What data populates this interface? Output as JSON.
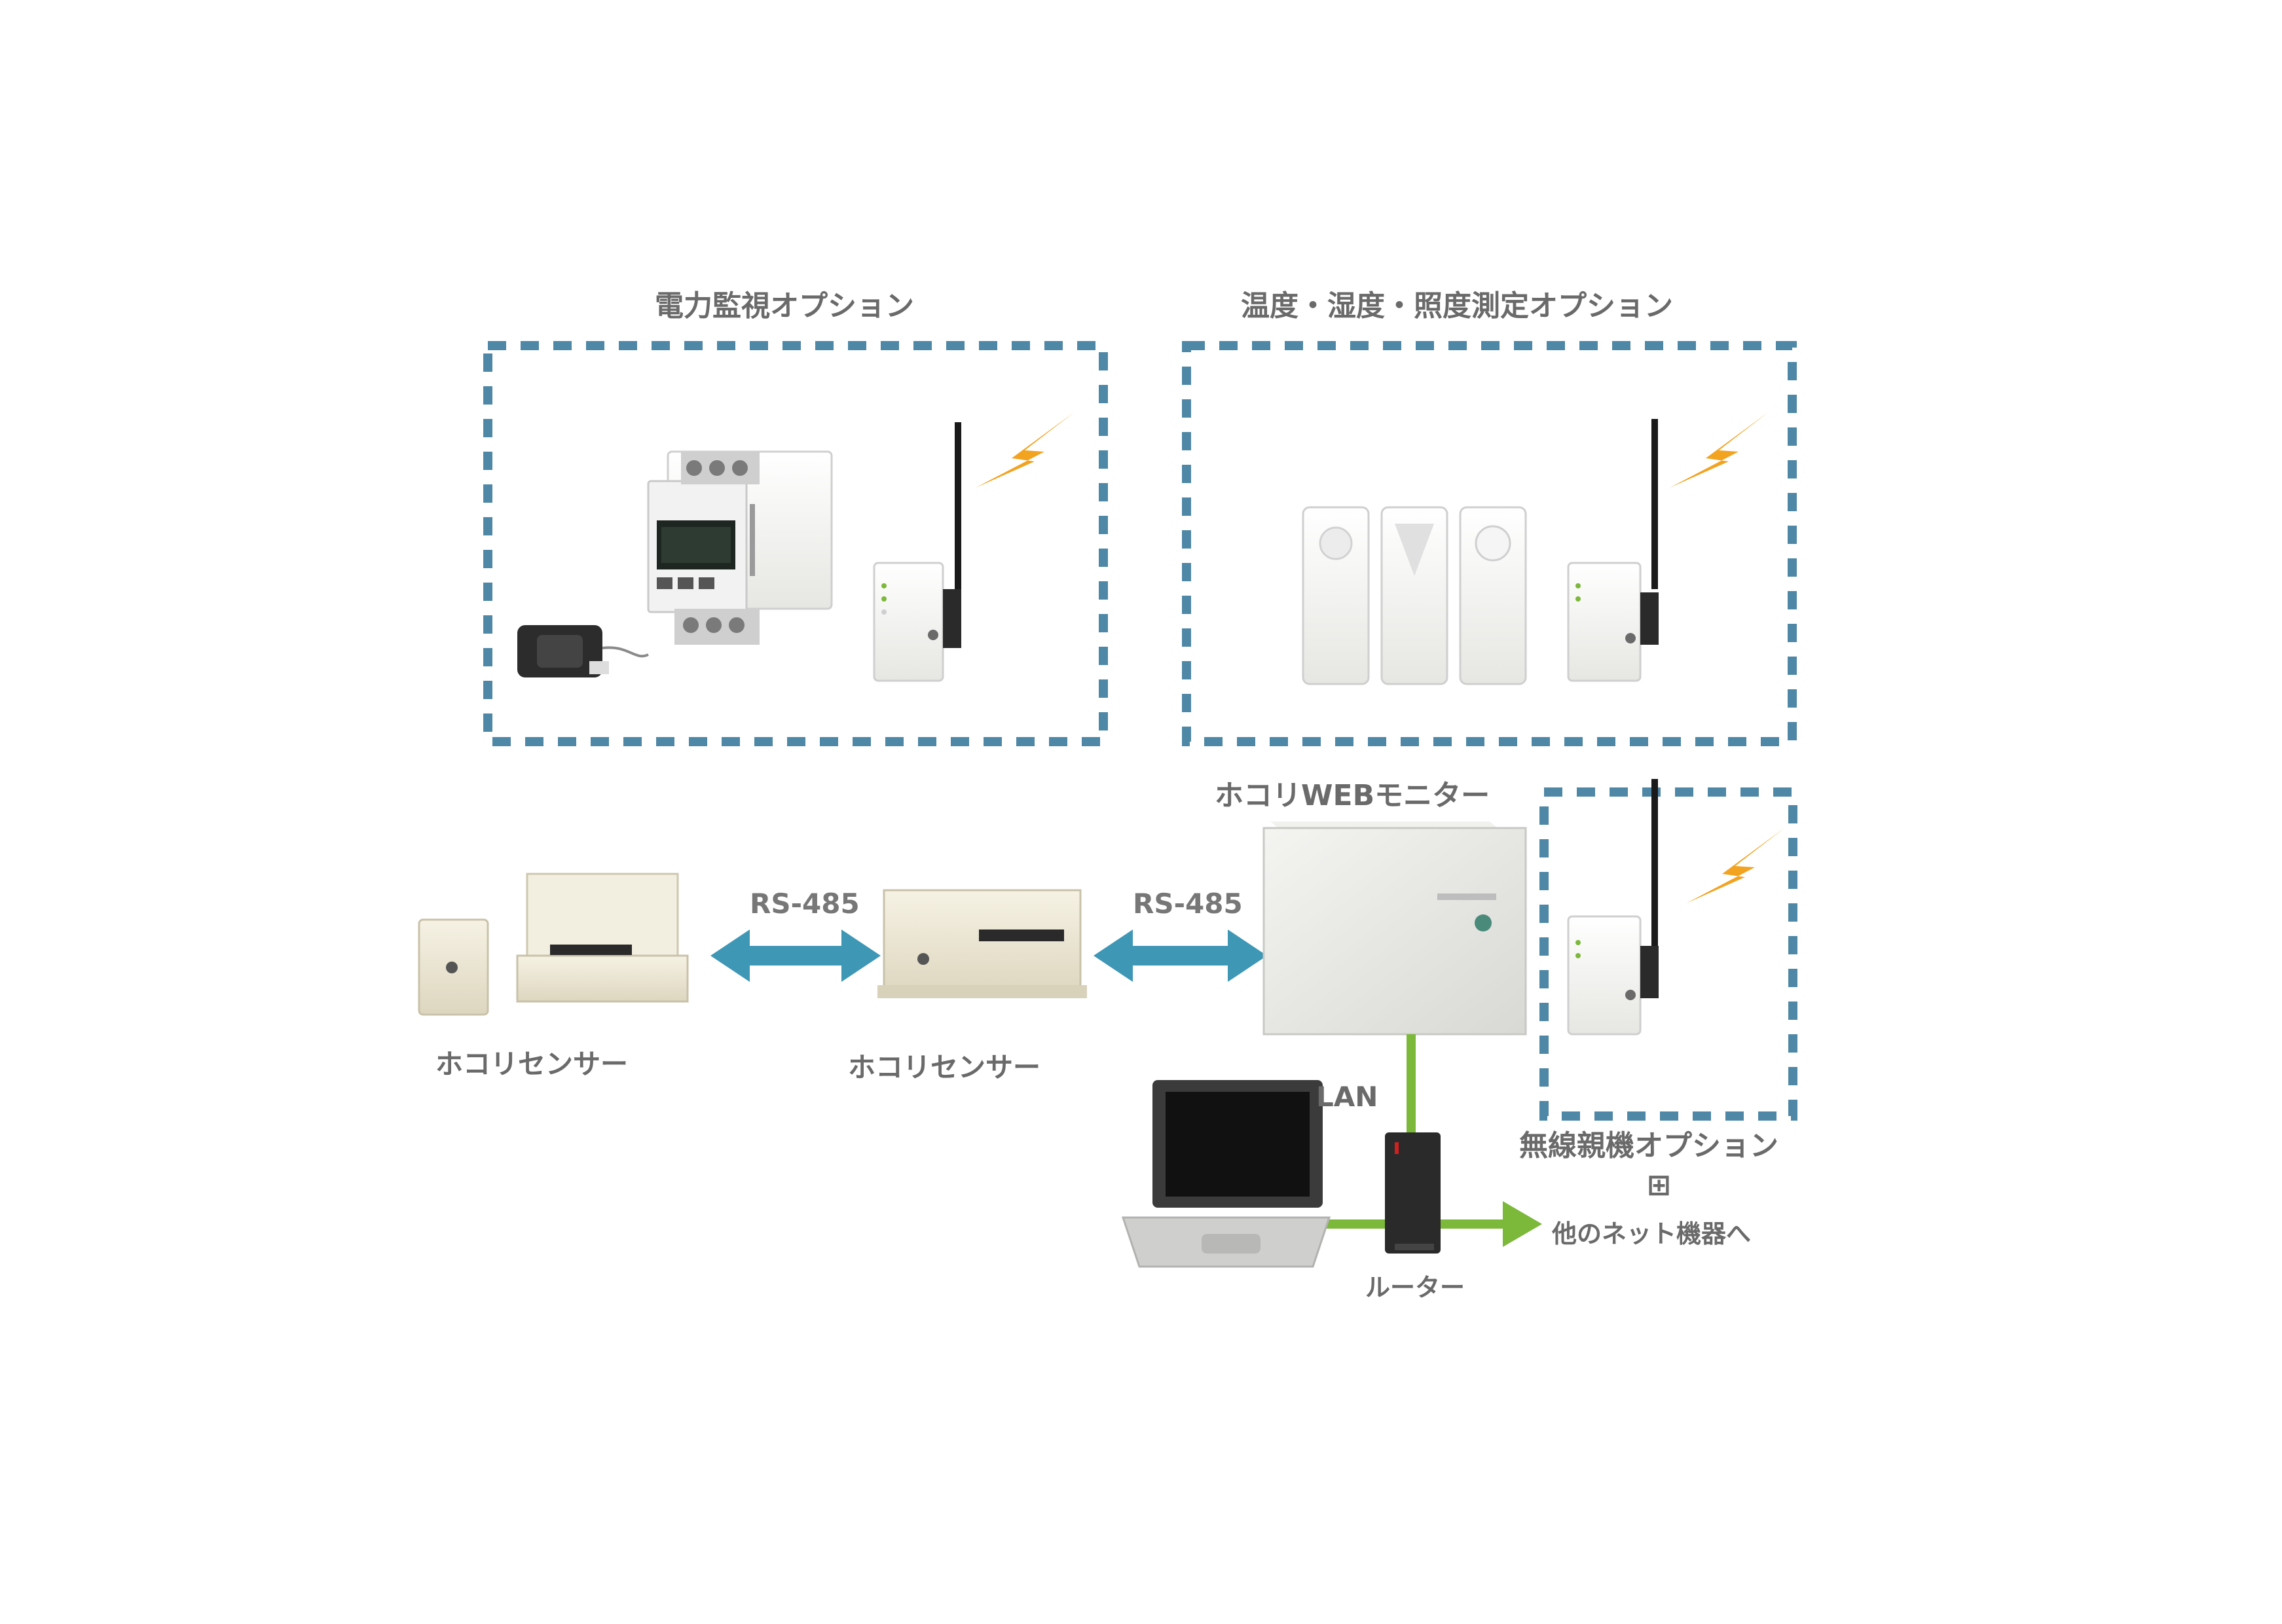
{
  "colors": {
    "dashed_border": "#4f88a6",
    "arrow_blue": "#3f97b6",
    "lan_green": "#7cb83a",
    "lightning": "#f2a320",
    "device_ivory": "#ece6d2",
    "text_gray": "#6a6a6a"
  },
  "labels": {
    "power_option": "電力監視オプション",
    "env_option": "温度・湿度・照度測定オプション",
    "web_monitor": "ホコリWEBモニター",
    "bus1": "RS-485",
    "bus2": "RS-485",
    "sensor1": "ホコリセンサー",
    "sensor2": "ホコリセンサー",
    "lan": "LAN",
    "wireless_option": "無線親機オプション",
    "plus": "⊞",
    "other_devices": "他のネット機器へ",
    "router": "ルーター"
  },
  "icons": [
    "lightning-icon",
    "antenna-icon",
    "power-meter-icon",
    "current-sensor-clamp-icon",
    "temperature-sensor-icon",
    "humidity-sensor-icon",
    "illuminance-sensor-icon",
    "dust-sensor-icon",
    "web-monitor-server-icon",
    "laptop-icon",
    "router-icon"
  ]
}
